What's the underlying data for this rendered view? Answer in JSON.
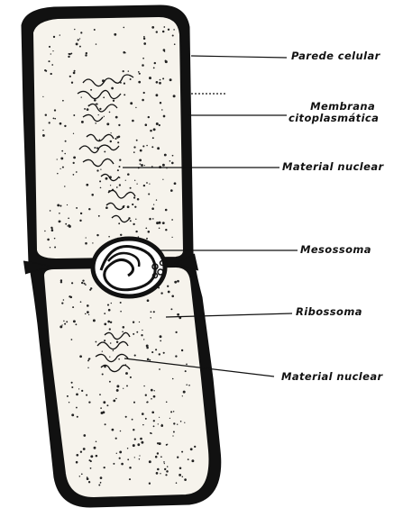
{
  "diagram": {
    "labels": {
      "parede_celular": "Parede celular",
      "membrana_line1": "Membrana",
      "membrana_line2": "citoplasmática",
      "material_nuclear_top": "Material nuclear",
      "mesossoma": "Mesossoma",
      "ribossoma": "Ribossoma",
      "material_nuclear_bottom": "Material nuclear"
    },
    "colors": {
      "ink": "#111111",
      "cytoplasm": "#f6f3ec",
      "background": "#ffffff"
    }
  }
}
